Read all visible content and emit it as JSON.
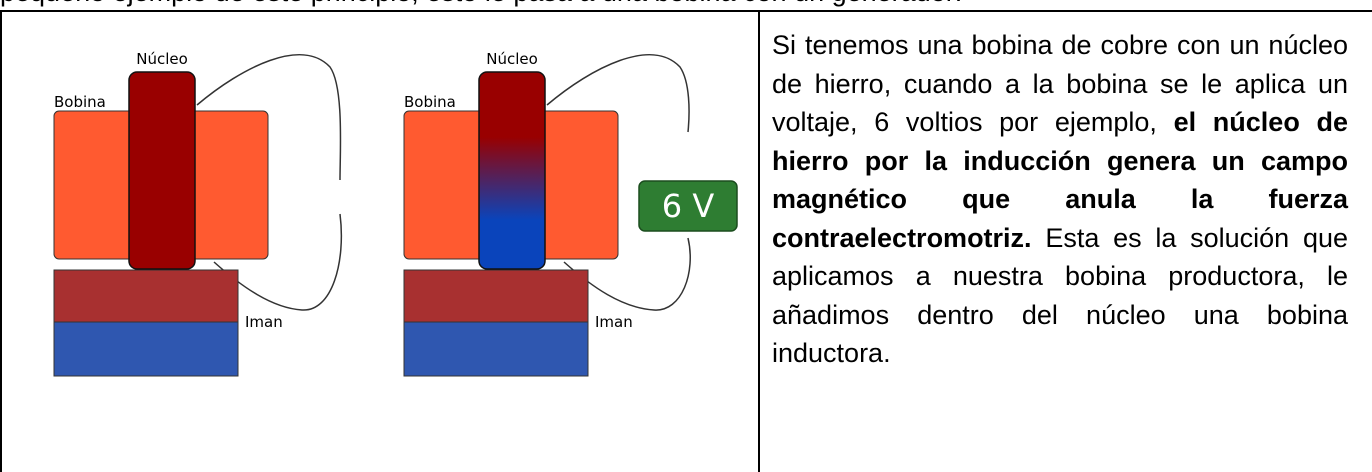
{
  "top_line": "pequeño ejemplo de este principio, esto le pasa a una bobina con un generador:",
  "diagram": {
    "left": {
      "core_label": "Núcleo",
      "coil_label": "Bobina",
      "magnet_label": "Iman"
    },
    "right": {
      "core_label": "Núcleo",
      "coil_label": "Bobina",
      "magnet_label": "Iman",
      "voltage_label": "6 V"
    }
  },
  "text": {
    "part1": "Si tenemos una bobina de cobre con un núcleo de hierro, cuando a la bobina se le aplica un voltaje, 6 voltios por ejemplo, ",
    "bold": "el núcleo de hierro por la inducción genera un campo magnético que anula la  fuerza contraelectromotriz.",
    "part2": " Esta es la solución que aplicamos a nuestra bobina productora, le añadimos dentro del núcleo una bobina inductora."
  },
  "colors": {
    "coil": "#ff5a30",
    "core": "#990000",
    "core_blue": "#0a44bb",
    "magnet_top": "#a83030",
    "magnet_bottom": "#2f57b0",
    "voltage_badge": "#2e7d32"
  }
}
